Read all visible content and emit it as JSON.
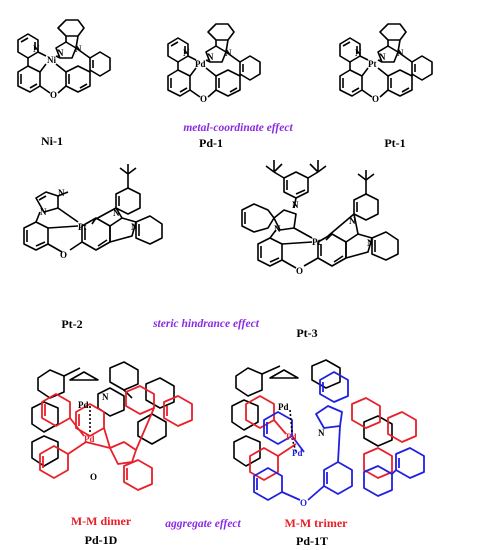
{
  "compounds": {
    "ni1": {
      "label": "Ni-1",
      "metal": "Ni",
      "n1": "N",
      "n2": "N",
      "n3": "N",
      "o": "O"
    },
    "pd1": {
      "label": "Pd-1",
      "metal": "Pd",
      "n1": "N",
      "n2": "N",
      "n3": "N",
      "o": "O"
    },
    "pt1": {
      "label": "Pt-1",
      "metal": "Pt",
      "n1": "N",
      "n2": "N",
      "n3": "N",
      "o": "O"
    },
    "pt2": {
      "label": "Pt-2",
      "metal": "Pt",
      "n1": "N",
      "n2": "N",
      "n3": "N",
      "n4": "N",
      "o": "O"
    },
    "pt3": {
      "label": "Pt-3",
      "metal": "Pt",
      "n1": "N",
      "n2": "N",
      "n3": "N",
      "n4": "N",
      "o": "O"
    },
    "pd1d": {
      "label": "Pd-1D",
      "metal_a": "Pd",
      "metal_b": "Pd",
      "n": "N",
      "o": "O"
    },
    "pd1t": {
      "label": "Pd-1T",
      "metal_a": "Pd",
      "metal_b": "Pd",
      "metal_c": "Pd",
      "n": "N",
      "o": "O"
    }
  },
  "effects": {
    "metal": "metal-coordinate effect",
    "steric": "steric hindrance effect",
    "aggregate": "aggregate effect"
  },
  "aggregates": {
    "dimer": "M-M dimer",
    "trimer": "M-M trimer"
  },
  "colors": {
    "effect_text": "#8a2be2",
    "dimer_second_molecule": "#e8202a",
    "trimer_third_molecule": "#2020e0",
    "bonds": "#000000"
  }
}
